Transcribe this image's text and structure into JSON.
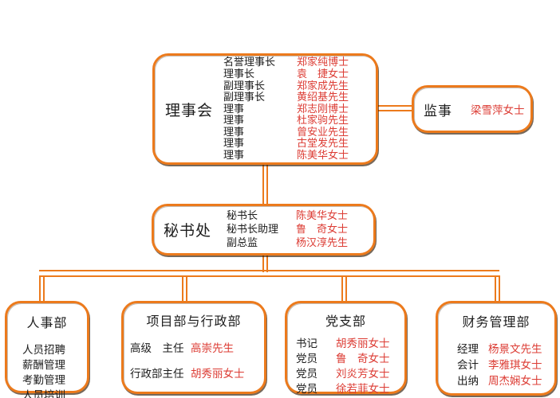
{
  "colors": {
    "accent_orange": "#ec7a1c",
    "name_red": "#dc3c34",
    "text_black": "#1d1d1d",
    "background": "#ffffff"
  },
  "board": {
    "title": "理事会",
    "rows": [
      {
        "label": "名誉理事长",
        "name": "郑家纯博士"
      },
      {
        "label": "理事长",
        "name": "袁　捷女士"
      },
      {
        "label": "副理事长",
        "name": "郑家成先生"
      },
      {
        "label": "副理事长",
        "name": "黄绍基先生"
      },
      {
        "label": "理事",
        "name": "郑志刚博士"
      },
      {
        "label": "理事",
        "name": "杜家驹先生"
      },
      {
        "label": "理事",
        "name": "曾安业先生"
      },
      {
        "label": "理事",
        "name": "古堂发先生"
      },
      {
        "label": "理事",
        "name": "陈美华女士"
      }
    ]
  },
  "supervisor": {
    "title": "监事",
    "name": "梁雪萍女士"
  },
  "secretariat": {
    "title": "秘书处",
    "rows": [
      {
        "label": "秘书长",
        "name": "陈美华女士"
      },
      {
        "label": "秘书长助理",
        "name": "鲁　奇女士"
      },
      {
        "label": "副总监",
        "name": "杨汉淳先生"
      }
    ]
  },
  "departments": {
    "hr": {
      "title": "人事部",
      "items": [
        "人员招聘",
        "薪酬管理",
        "考勤管理",
        "人员培训"
      ]
    },
    "project_admin": {
      "title": "项目部与行政部",
      "rows": [
        {
          "label": "高级　主任",
          "name": "高崇先生"
        },
        {
          "label": "行政部主任",
          "name": "胡秀丽女士"
        }
      ]
    },
    "party": {
      "title": "党支部",
      "rows": [
        {
          "label": "书记",
          "name": "胡秀丽女士"
        },
        {
          "label": "党员",
          "name": "鲁　奇女士"
        },
        {
          "label": "党员",
          "name": "刘炎芳女士"
        },
        {
          "label": "党员",
          "name": "徐若菲女士"
        }
      ]
    },
    "finance": {
      "title": "财务管理部",
      "rows": [
        {
          "label": "经理",
          "name": "杨景文先生"
        },
        {
          "label": "会计",
          "name": "李雅琪女士"
        },
        {
          "label": "出纳",
          "name": "周杰娴女士"
        }
      ]
    }
  }
}
